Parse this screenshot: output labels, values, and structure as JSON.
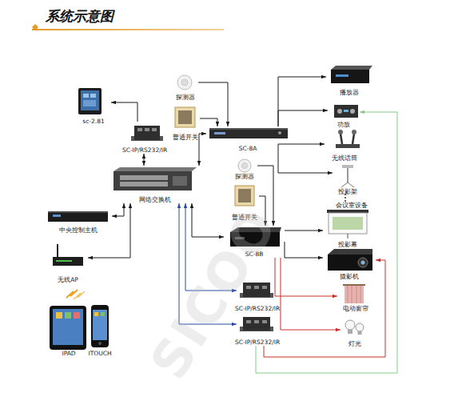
{
  "diagram": {
    "title": "系统示意图",
    "nodes": [
      {
        "text": [
          "sc-2.81"
        ]
      },
      {
        "text": [
          "SC-IP/RS232/IR"
        ]
      },
      {
        "text": [
          "探测器"
        ]
      },
      {
        "text": [
          "普通开关"
        ]
      },
      {
        "text": [
          "SC-8A"
        ]
      },
      {
        "text": [
          "播放器"
        ]
      },
      {
        "text": [
          "功放"
        ]
      },
      {
        "text": [
          "无线话筒"
        ]
      },
      {
        "text": [
          "投影架"
        ]
      },
      {
        "text": [
          "网络交换机"
        ]
      },
      {
        "text": [
          "探测器"
        ]
      },
      {
        "text": [
          "普通开关"
        ]
      },
      {
        "text": [
          "SC-8B"
        ]
      },
      {
        "text": [
          "中央控制主机"
        ]
      },
      {
        "text": [
          "无线AP"
        ]
      },
      {
        "text": [
          "IPAD"
        ]
      },
      {
        "text": [
          "ITOUCH"
        ]
      },
      {
        "text": [
          "投影幕"
        ]
      },
      {
        "text": [
          "摄影机"
        ]
      },
      {
        "text": [
          "电动窗帘"
        ]
      },
      {
        "text": [
          "灯光"
        ]
      },
      {
        "text": [
          "SC-IP/RS232/IR"
        ]
      },
      {
        "text": [
          "SC-IP/RS232/IR"
        ]
      }
    ],
    "edges": [
      {
        "from": 1,
        "to": 0,
        "arrow": "to"
      },
      {
        "from": 1,
        "to": 9,
        "arrow": "both"
      },
      {
        "from": 2,
        "to": 4,
        "arrow": "to"
      },
      {
        "from": 3,
        "to": 4,
        "arrow": "to"
      },
      {
        "from": 9,
        "to": 4,
        "arrow": "both"
      },
      {
        "from": 4,
        "to": 5,
        "arrow": "to"
      },
      {
        "from": 4,
        "to": 6,
        "arrow": "to"
      },
      {
        "from": 4,
        "to": 7,
        "arrow": "to"
      },
      {
        "from": 4,
        "to": 8,
        "arrow": "to"
      },
      {
        "from": 10,
        "to": 12,
        "arrow": "to"
      },
      {
        "from": 11,
        "to": 12,
        "arrow": "to"
      },
      {
        "from": 9,
        "to": 12,
        "arrow": "both"
      },
      {
        "from": 12,
        "to": 17,
        "arrow": "to"
      },
      {
        "from": 12,
        "to": 18,
        "arrow": "to"
      },
      {
        "from": 12,
        "to": 19,
        "arrow": "to"
      },
      {
        "from": 12,
        "to": 20,
        "arrow": "to"
      },
      {
        "from": 13,
        "to": 9,
        "arrow": "both"
      },
      {
        "from": 14,
        "to": 9,
        "arrow": "both"
      },
      {
        "from": 9,
        "to": 21,
        "arrow": "both"
      },
      {
        "from": 9,
        "to": 22,
        "arrow": "both"
      },
      {
        "from": 22,
        "to": 18,
        "arrow": "to"
      },
      {
        "from": 22,
        "to": 6,
        "arrow": "to"
      }
    ],
    "labels": [
      "会议室设备",
      "SICOO"
    ]
  }
}
